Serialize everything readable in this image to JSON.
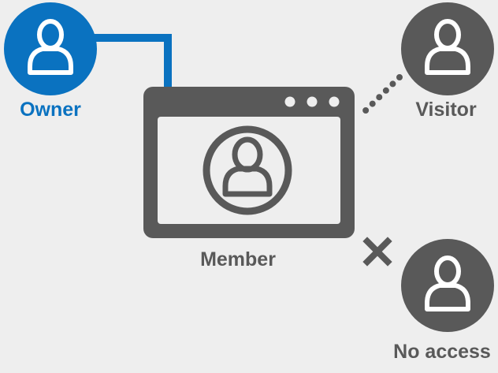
{
  "roles": {
    "owner": {
      "label": "Owner",
      "icon": "user-icon"
    },
    "visitor": {
      "label": "Visitor",
      "icon": "user-icon"
    },
    "member": {
      "label": "Member",
      "icon": "user-icon"
    },
    "no_access": {
      "label": "No access",
      "icon": "user-icon"
    }
  },
  "links": {
    "owner": "solid-line",
    "visitor": "dotted-line",
    "no_access": "x-mark"
  },
  "colors": {
    "background": "#eeeeee",
    "owner_accent": "#0a72c0",
    "dark_gray": "#595959",
    "white": "#ffffff"
  }
}
